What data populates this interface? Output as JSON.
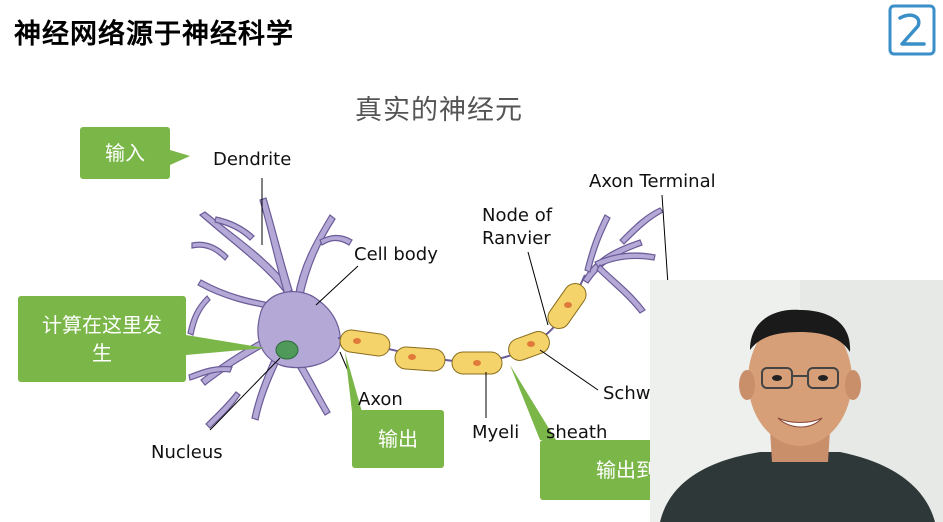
{
  "header": {
    "title": "神经网络源于神经科学"
  },
  "slide": {
    "subtitle": "真实的神经元"
  },
  "labels": {
    "dendrite": "Dendrite",
    "cell_body": "Cell body",
    "nucleus": "Nucleus",
    "axon": "Axon",
    "node_of_ranvier_line1": "Node of",
    "node_of_ranvier_line2": "Ranvier",
    "axon_terminal": "Axon Terminal",
    "schwann_cell": "Schwann ce",
    "myelin_sheath_part1": "Myeli",
    "myelin_sheath_part2": "sheath"
  },
  "callouts": {
    "input": "输入",
    "compute_line1": "计算在这里发",
    "compute_line2": "生",
    "output": "输出",
    "output_next": "输出到下一层"
  },
  "colors": {
    "callout_green": "#7ab648",
    "neuron_purple": "#b3a8d6",
    "myelin_yellow": "#f4d46a",
    "nucleus_green": "#4f9a5b"
  }
}
